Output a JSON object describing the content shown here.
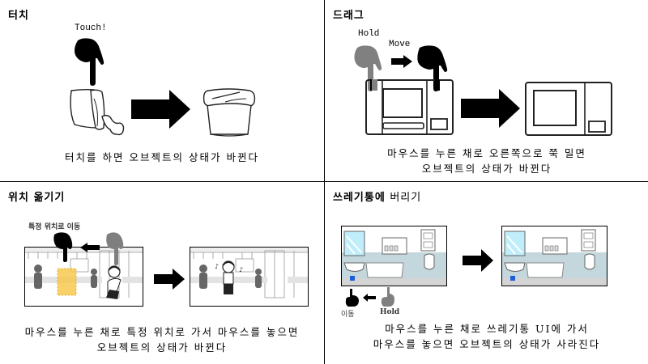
{
  "panels": {
    "touch": {
      "title": "터치",
      "label_touch": "Touch!",
      "caption": "터치를 하면 오브젝트의 상태가 바뀐다"
    },
    "drag": {
      "title": "드래그",
      "label_hold": "Hold",
      "label_move": "Move",
      "caption_line1": "마우스를 누른 채로 오른쪽으로 쭉 밀면",
      "caption_line2": "오브젝트의 상태가 바뀐다"
    },
    "move": {
      "title": "위치 옮기기",
      "label_move_to": "특정 위치로 이동",
      "caption_line1": "마우스를 누른 채로 특정 위치로 가서 마우스를 놓으면",
      "caption_line2": "오브젝트의 상태가 바뀐다"
    },
    "trash": {
      "title_bold": "쓰레기통에",
      "title_plain": "버리기",
      "label_move": "이동",
      "label_hold": "Hold",
      "caption_line1": "마우스를 누른 채로 쓰레기통 UI에 가서",
      "caption_line2": "마우스를 놓으면 오브젝트의 상태가 사라진다"
    }
  },
  "icons": {
    "hand_active": "pointing-hand-black",
    "hand_hold": "pointing-hand-gray",
    "arrow": "right-arrow"
  },
  "colors": {
    "hand_active": "#000000",
    "hand_hold": "#7f7f7f",
    "highlight": "#f8c950",
    "wall": "#c3d7dc",
    "mirror": "#bfeefa",
    "bin": "#1f5fd6"
  }
}
